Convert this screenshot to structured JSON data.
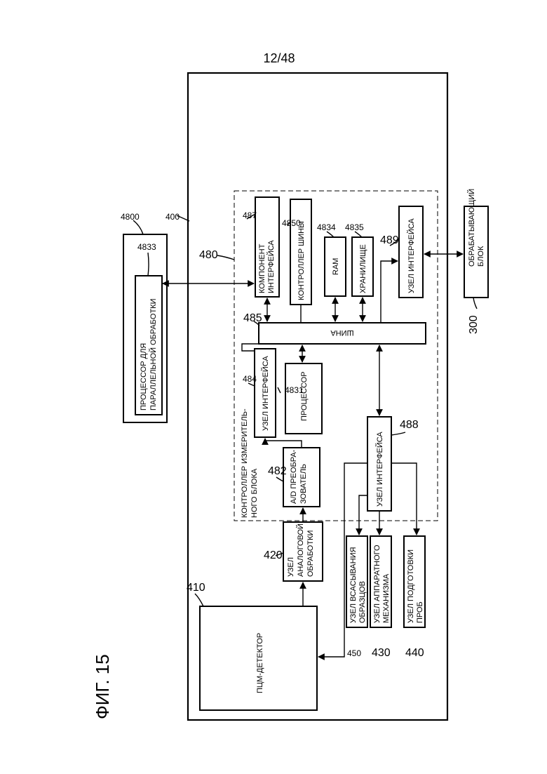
{
  "page_number": "12/48",
  "figure_label": "ФИГ. 15",
  "refs": {
    "r4800": "4800",
    "r4833": "4833",
    "r400": "400",
    "r480": "480",
    "r487": "487",
    "r4850": "4850",
    "r4834": "4834",
    "r4835": "4835",
    "r489": "489",
    "r485": "485",
    "r484": "484",
    "r4831": "4831",
    "r482": "482",
    "r488": "488",
    "r420": "420",
    "r410": "410",
    "r450": "450",
    "r430": "430",
    "r440": "440",
    "r300": "300"
  },
  "blocks": {
    "parallel_processor": [
      "ПРОЦЕССОР ДЛЯ",
      "ПАРАЛЛЕЛЬНОЙ ОБРАБОТКИ"
    ],
    "interface_component": [
      "КОМПОНЕНТ",
      "ИНТЕРФЕЙСА"
    ],
    "bus_controller": [
      "КОНТРОЛЛЕР ШИНЫ"
    ],
    "ram": [
      "RAM"
    ],
    "storage": [
      "ХРАНИЛИЩЕ"
    ],
    "interface_489": [
      "УЗЕЛ ИНТЕРФЕЙСА"
    ],
    "processing_unit": [
      "ОБРАБАТЫВАЮЩИЙ",
      "БЛОК"
    ],
    "bus": [
      "ШИНА"
    ],
    "interface_484": [
      "УЗЕЛ ИНТЕРФЕЙСА"
    ],
    "processor": [
      "ПРОЦЕССОР"
    ],
    "measuring_controller": [
      "КОНТРОЛЛЕР ИЗМЕРИТЕЛЬ-",
      "НОГО БЛОКА"
    ],
    "ad_converter": [
      "A/D ПРЕОБРА-",
      "ЗОВАТЕЛЬ"
    ],
    "interface_488": [
      "УЗЕЛ ИНТЕРФЕЙСА"
    ],
    "analog_processing": [
      "УЗЕЛ",
      "АНАЛОГОВОЙ",
      "ОБРАБОТКИ"
    ],
    "pmt_detector": [
      "ПЦМ-ДЕТЕКТОР"
    ],
    "sample_suction": [
      "УЗЕЛ ВСАСЫВАНИЯ",
      "ОБРАЗЦОВ"
    ],
    "hardware_mechanism": [
      "УЗЕЛ АППАРАТНОГО",
      "МЕХАНИЗМА"
    ],
    "sample_preparation": [
      "УЗЕЛ ПОДГОТОВКИ",
      "ПРОБ"
    ]
  }
}
